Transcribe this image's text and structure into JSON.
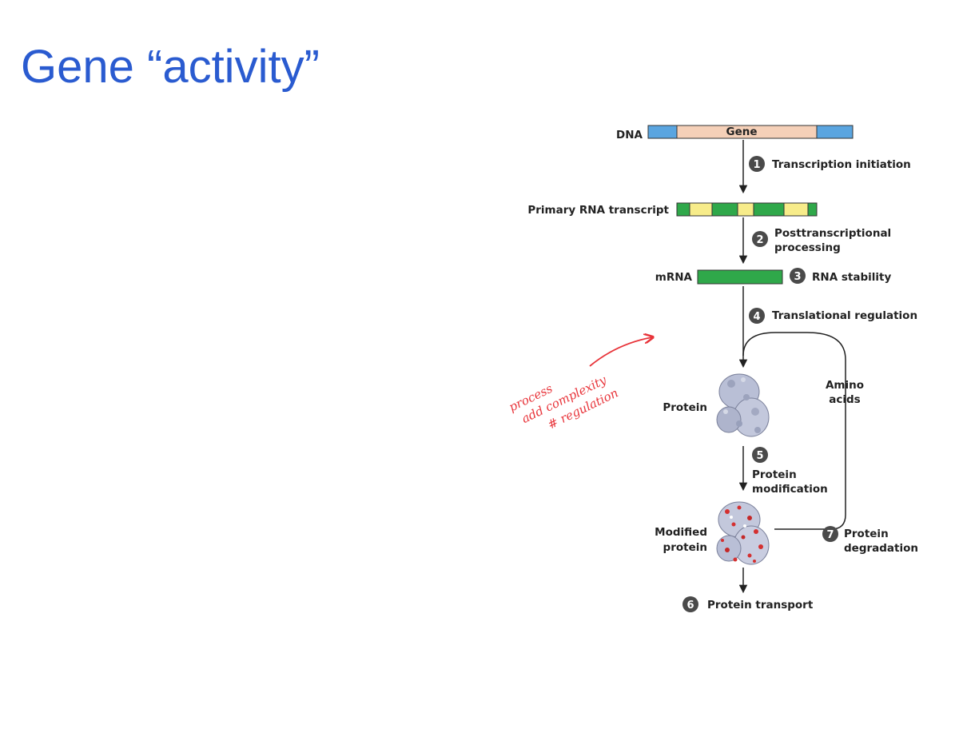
{
  "slide": {
    "title": "Gene “activity”"
  },
  "diagram": {
    "dna_label": "DNA",
    "gene_label": "Gene",
    "primary_rna_label": "Primary RNA transcript",
    "mrna_label": "mRNA",
    "protein_label": "Protein",
    "modified_protein_label": [
      "Modified",
      "protein"
    ],
    "amino_acids_label": [
      "Amino",
      "acids"
    ],
    "steps": [
      {
        "number": "1",
        "lines": [
          "Transcription initiation"
        ]
      },
      {
        "number": "2",
        "lines": [
          "Posttranscriptional",
          "processing"
        ]
      },
      {
        "number": "3",
        "lines": [
          "RNA stability"
        ]
      },
      {
        "number": "4",
        "lines": [
          "Translational regulation"
        ]
      },
      {
        "number": "5",
        "lines": [
          "Protein",
          "modification"
        ]
      },
      {
        "number": "6",
        "lines": [
          "Protein transport"
        ]
      },
      {
        "number": "7",
        "lines": [
          "Protein",
          "degradation"
        ]
      }
    ],
    "colors": {
      "dna_flank": "#5aa5e0",
      "gene": "#f5d0b8",
      "exon": "#2fa84a",
      "intron": "#f7ec8a",
      "step_circle": "#4a4a4a",
      "protein": "#b9bfd6",
      "modification": "#d43030"
    }
  },
  "annotation": {
    "lines": [
      "process",
      "add complexity",
      "# regulation"
    ],
    "color": "#e8343a"
  }
}
